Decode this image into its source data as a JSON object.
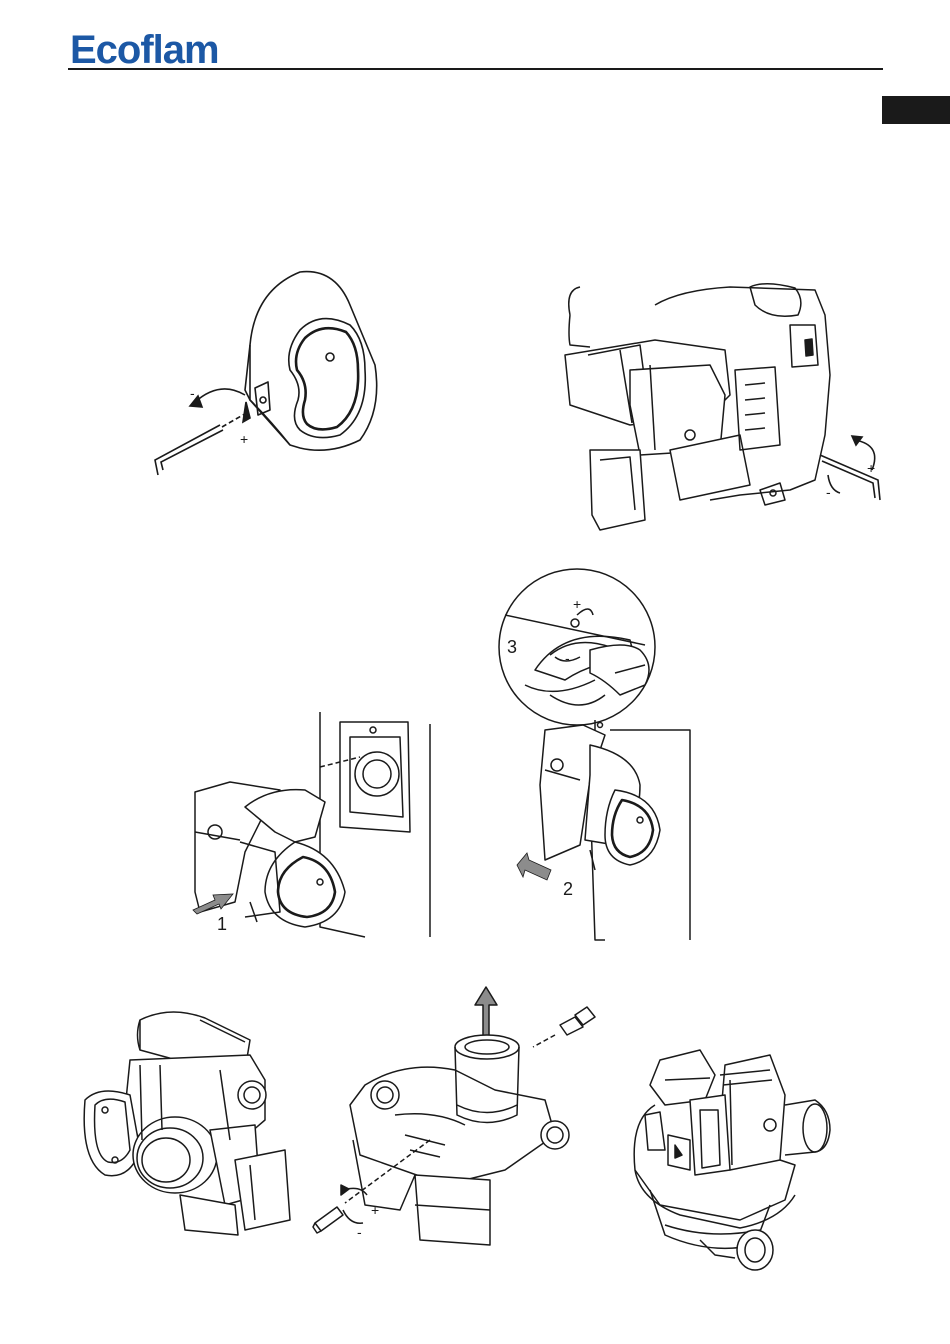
{
  "header": {
    "brand": "Ecoflam",
    "brand_color": "#1c58a5",
    "side_tab_color": "#1a1a1a"
  },
  "figures": {
    "adjust_small": {
      "plus": "+",
      "minus": "-"
    },
    "adjust_large": {
      "plus": "+",
      "minus": "-"
    },
    "mount": {
      "step": "1"
    },
    "slide": {
      "step": "2",
      "detail_step": "3",
      "plus": "+",
      "minus": "-"
    },
    "service": {
      "plus": "+",
      "minus": "-"
    }
  }
}
